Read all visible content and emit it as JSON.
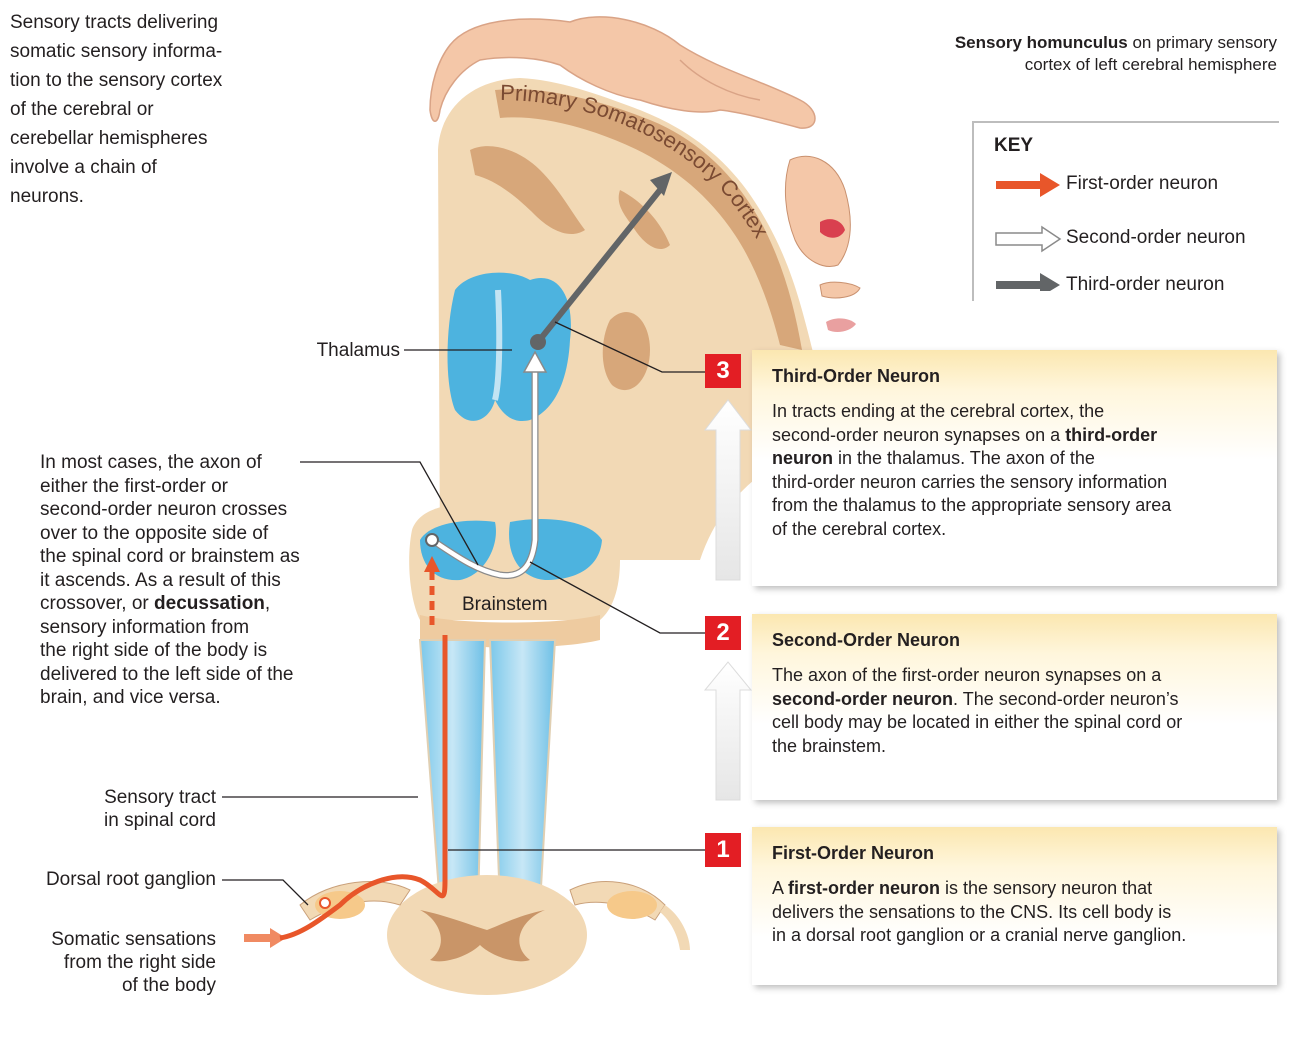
{
  "intro": "Sensory tracts delivering somatic sensory informa-tion to the sensory cortex of the cerebral or cerebellar hemispheres involve a chain of neurons.",
  "intro_lines": [
    "Sensory tracts delivering",
    "somatic sensory informa-",
    "tion to the sensory cortex",
    "of the cerebral or",
    "cerebellar hemispheres",
    "involve a chain of",
    "neurons."
  ],
  "homunculus": {
    "bold": "Sensory homunculus",
    "rest": " on primary sensory",
    "line2": "cortex of left cerebral hemisphere"
  },
  "cortex_label": "Primary Somatosensory Cortex",
  "labels": {
    "thalamus": "Thalamus",
    "brainstem": "Brainstem",
    "sensory_tract_1": "Sensory tract",
    "sensory_tract_2": "in spinal cord",
    "drg": "Dorsal root ganglion",
    "somatic_1": "Somatic sensations",
    "somatic_2": "from the right side",
    "somatic_3": "of the body"
  },
  "decussation": {
    "lines": [
      "In most cases, the axon of",
      "either the first-order or",
      "second-order neuron crosses",
      "over to the opposite side of",
      "the spinal cord or brainstem as",
      "it ascends. As a result of this",
      "crossover, or "
    ],
    "bold": "decussation",
    "after_bold": ",",
    "lines_after": [
      "sensory information from",
      "the right side of the body is",
      "delivered to the left side of the",
      "brain, and vice versa."
    ]
  },
  "key": {
    "title": "KEY",
    "items": [
      "First-order neuron",
      "Second-order neuron",
      "Third-order neuron"
    ]
  },
  "colors": {
    "first_order": "#e8562a",
    "second_order": "#ffffff",
    "third_order": "#626567",
    "accent_red": "#e31e24",
    "tissue": "#f2d9b5",
    "gray_matter": "#d4a072",
    "tract_blue": "#4db3df"
  },
  "steps": [
    {
      "number": "1",
      "title": "First-Order Neuron",
      "lines": [
        [
          {
            "b": "A "
          },
          {
            "bold": "first-order neuron"
          },
          {
            "b": " is the sensory neuron that"
          }
        ],
        [
          {
            "b": "delivers the sensations to the CNS. Its cell body is"
          }
        ],
        [
          {
            "b": "in a dorsal root ganglion or a cranial nerve ganglion."
          }
        ]
      ]
    },
    {
      "number": "2",
      "title": "Second-Order Neuron",
      "lines": [
        [
          {
            "b": "The axon of the first-order neuron synapses on a"
          }
        ],
        [
          {
            "bold": "second-order neuron"
          },
          {
            "b": ". The second-order neuron’s"
          }
        ],
        [
          {
            "b": "cell body may be located in either the spinal cord or"
          }
        ],
        [
          {
            "b": "the brainstem."
          }
        ]
      ]
    },
    {
      "number": "3",
      "title": "Third-Order Neuron",
      "lines": [
        [
          {
            "b": "In tracts ending at the cerebral cortex, the"
          }
        ],
        [
          {
            "b": "second-order neuron synapses on a "
          },
          {
            "bold": "third-order"
          }
        ],
        [
          {
            "bold": "neuron"
          },
          {
            "b": " in the thalamus. The axon of the"
          }
        ],
        [
          {
            "b": "third-order neuron carries the sensory information"
          }
        ],
        [
          {
            "b": "from the thalamus to the appropriate sensory area"
          }
        ],
        [
          {
            "b": "of the cerebral cortex."
          }
        ]
      ]
    }
  ]
}
